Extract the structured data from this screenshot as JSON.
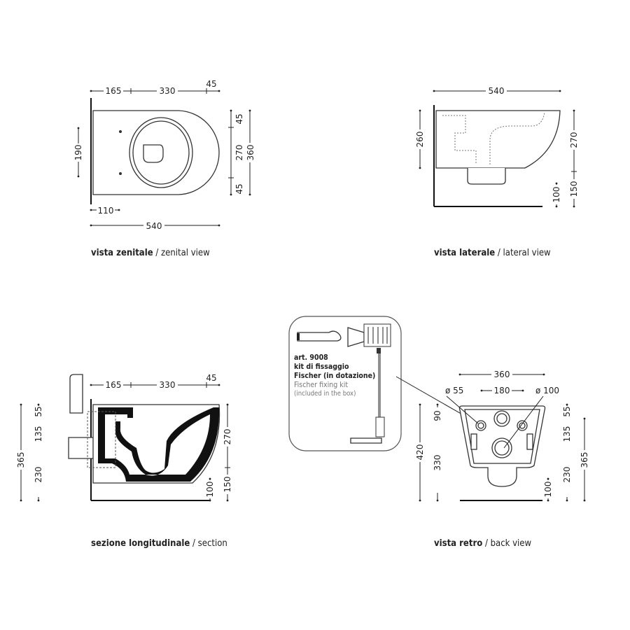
{
  "views": {
    "zenital": {
      "caption_it": "vista zenitale",
      "caption_en": " / zenital view",
      "dims": {
        "top_a": "165",
        "top_b": "330",
        "top_c": "45",
        "left": "190",
        "right_a": "45",
        "right_b": "270",
        "right_c": "45",
        "right_total": "360",
        "bottom_a": "110",
        "bottom_total": "540"
      }
    },
    "lateral": {
      "caption_it": "vista laterale",
      "caption_en": " / lateral view",
      "dims": {
        "top": "540",
        "left": "260",
        "right_a": "270",
        "right_b": "150",
        "floor": "100"
      }
    },
    "section": {
      "caption_it": "sezione longitudinale",
      "caption_en": " / section",
      "dims": {
        "top_a": "165",
        "top_b": "330",
        "top_c": "45",
        "left_a": "55",
        "left_b": "135",
        "left_c": "230",
        "left_total": "365",
        "right_a": "270",
        "right_b": "150",
        "floor": "100"
      }
    },
    "back": {
      "caption_it": "vista retro",
      "caption_en": " / back view",
      "dims": {
        "top": "360",
        "inner": "180",
        "dia_small": "ø 55",
        "dia_large": "ø 100",
        "left_total": "420",
        "left_a": "90",
        "left_b": "330",
        "right_a": "55",
        "right_b": "135",
        "right_c": "230",
        "right_total": "365",
        "floor": "100"
      }
    }
  },
  "kit": {
    "line1": "art. 9008",
    "line2": "kit di fissaggio",
    "line3": "Fischer (in dotazione)",
    "line4": "Fischer fixing kit",
    "line5": "(included in the box)"
  }
}
